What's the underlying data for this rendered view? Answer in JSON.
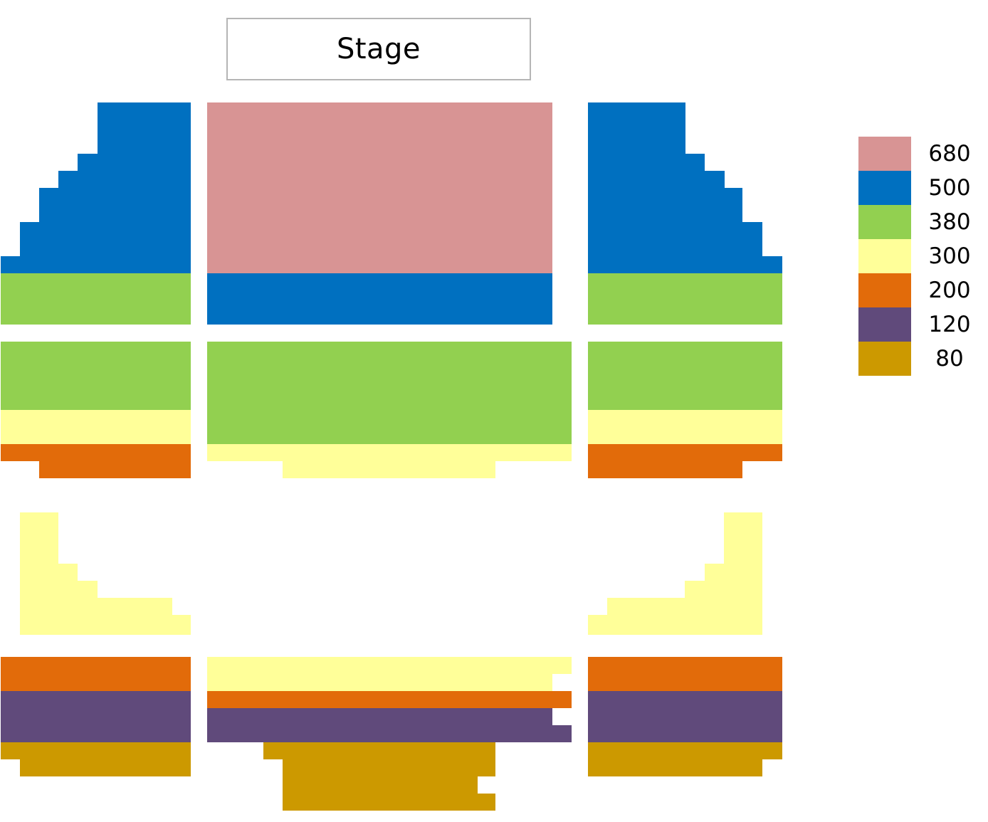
{
  "stage": {
    "label": "Stage"
  },
  "legend": [
    {
      "label": "680",
      "color": "#d89494"
    },
    {
      "label": "500",
      "color": "#0070c0"
    },
    {
      "label": "380",
      "color": "#92d050"
    },
    {
      "label": "300",
      "color": "#ffff99"
    },
    {
      "label": "200",
      "color": "#e26b0a"
    },
    {
      "label": "120",
      "color": "#604a7b"
    },
    {
      "label": "80",
      "color": "#cc9900"
    }
  ],
  "seating_sections": [
    {
      "name": "front-left-wing",
      "zones": [
        "500",
        "380"
      ]
    },
    {
      "name": "front-center",
      "zones": [
        "680",
        "500"
      ]
    },
    {
      "name": "front-right-wing",
      "zones": [
        "500",
        "380"
      ]
    },
    {
      "name": "middle-left",
      "zones": [
        "380",
        "300",
        "200"
      ]
    },
    {
      "name": "middle-center",
      "zones": [
        "380",
        "300"
      ]
    },
    {
      "name": "middle-right",
      "zones": [
        "380",
        "300",
        "200"
      ]
    },
    {
      "name": "side-balcony-left",
      "zones": [
        "300"
      ]
    },
    {
      "name": "side-balcony-right",
      "zones": [
        "300"
      ]
    },
    {
      "name": "rear-left",
      "zones": [
        "200",
        "120",
        "80"
      ]
    },
    {
      "name": "rear-center",
      "zones": [
        "300",
        "200",
        "120",
        "80"
      ]
    },
    {
      "name": "rear-right",
      "zones": [
        "200",
        "120",
        "80"
      ]
    }
  ]
}
